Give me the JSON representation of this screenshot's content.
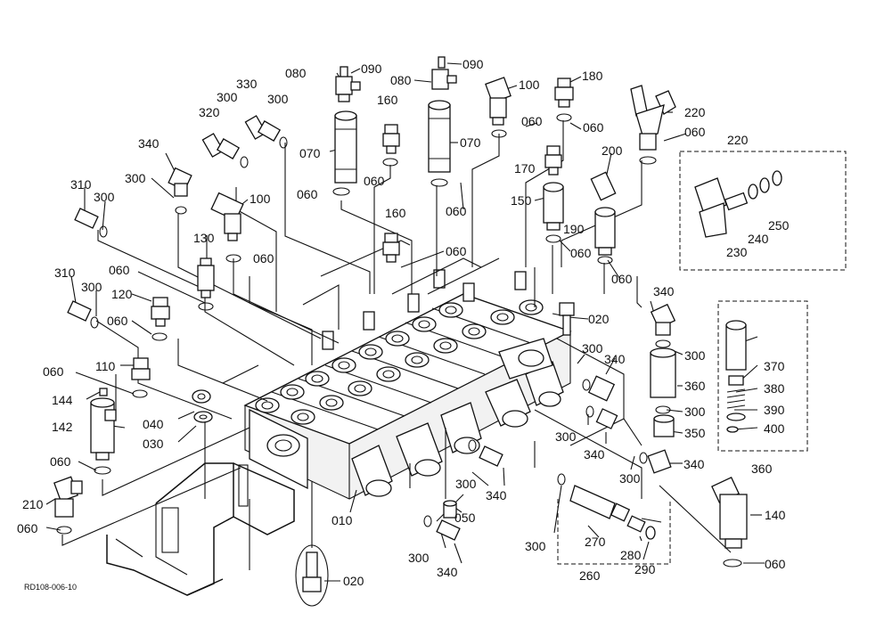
{
  "labels": [
    {
      "id": "p080a",
      "text": "080"
    },
    {
      "id": "p090a",
      "text": "090"
    },
    {
      "id": "p080b",
      "text": "080"
    },
    {
      "id": "p090b",
      "text": "090"
    },
    {
      "id": "p180",
      "text": "180"
    },
    {
      "id": "p100a",
      "text": "100"
    },
    {
      "id": "p060a",
      "text": "060"
    },
    {
      "id": "p060b",
      "text": "060"
    },
    {
      "id": "p220a",
      "text": "220"
    },
    {
      "id": "p060c",
      "text": "060"
    },
    {
      "id": "p220b",
      "text": "220"
    },
    {
      "id": "p330",
      "text": "330"
    },
    {
      "id": "p300a",
      "text": "300"
    },
    {
      "id": "p300b",
      "text": "300"
    },
    {
      "id": "p320",
      "text": "320"
    },
    {
      "id": "p160a",
      "text": "160"
    },
    {
      "id": "p070a",
      "text": "070"
    },
    {
      "id": "p070b",
      "text": "070"
    },
    {
      "id": "p340a",
      "text": "340"
    },
    {
      "id": "p060d",
      "text": "060"
    },
    {
      "id": "p060e",
      "text": "060"
    },
    {
      "id": "p170",
      "text": "170"
    },
    {
      "id": "p200",
      "text": "200"
    },
    {
      "id": "p300c",
      "text": "300"
    },
    {
      "id": "p310a",
      "text": "310"
    },
    {
      "id": "p300d",
      "text": "300"
    },
    {
      "id": "p100b",
      "text": "100"
    },
    {
      "id": "p060f",
      "text": "060"
    },
    {
      "id": "p150",
      "text": "150"
    },
    {
      "id": "p160b",
      "text": "160"
    },
    {
      "id": "p190",
      "text": "190"
    },
    {
      "id": "p230",
      "text": "230"
    },
    {
      "id": "p240",
      "text": "240"
    },
    {
      "id": "p250",
      "text": "250"
    },
    {
      "id": "p130",
      "text": "130"
    },
    {
      "id": "p060g",
      "text": "060"
    },
    {
      "id": "p060h",
      "text": "060"
    },
    {
      "id": "p060i",
      "text": "060"
    },
    {
      "id": "p060j",
      "text": "060"
    },
    {
      "id": "p310b",
      "text": "310"
    },
    {
      "id": "p060k",
      "text": "060"
    },
    {
      "id": "p300e",
      "text": "300"
    },
    {
      "id": "p120",
      "text": "120"
    },
    {
      "id": "p340b",
      "text": "340"
    },
    {
      "id": "p020a",
      "text": "020"
    },
    {
      "id": "p060l",
      "text": "060"
    },
    {
      "id": "p300f",
      "text": "300"
    },
    {
      "id": "p340c",
      "text": "340"
    },
    {
      "id": "p300g",
      "text": "300"
    },
    {
      "id": "p370",
      "text": "370"
    },
    {
      "id": "p060m",
      "text": "060"
    },
    {
      "id": "p110",
      "text": "110"
    },
    {
      "id": "p360a",
      "text": "360"
    },
    {
      "id": "p380",
      "text": "380"
    },
    {
      "id": "p144",
      "text": "144"
    },
    {
      "id": "p300h",
      "text": "300"
    },
    {
      "id": "p390",
      "text": "390"
    },
    {
      "id": "p040",
      "text": "040"
    },
    {
      "id": "p142",
      "text": "142"
    },
    {
      "id": "p030",
      "text": "030"
    },
    {
      "id": "p300i",
      "text": "300"
    },
    {
      "id": "p350",
      "text": "350"
    },
    {
      "id": "p400",
      "text": "400"
    },
    {
      "id": "p340d",
      "text": "340"
    },
    {
      "id": "p060n",
      "text": "060"
    },
    {
      "id": "p300j",
      "text": "300"
    },
    {
      "id": "p340e",
      "text": "340"
    },
    {
      "id": "p360b",
      "text": "360"
    },
    {
      "id": "p300k",
      "text": "300"
    },
    {
      "id": "p340f",
      "text": "340"
    },
    {
      "id": "p210",
      "text": "210"
    },
    {
      "id": "p010",
      "text": "010"
    },
    {
      "id": "p050",
      "text": "050"
    },
    {
      "id": "p140",
      "text": "140"
    },
    {
      "id": "p060o",
      "text": "060"
    },
    {
      "id": "p300l",
      "text": "300"
    },
    {
      "id": "p270",
      "text": "270"
    },
    {
      "id": "p300m",
      "text": "300"
    },
    {
      "id": "p280",
      "text": "280"
    },
    {
      "id": "p340g",
      "text": "340"
    },
    {
      "id": "p290",
      "text": "290"
    },
    {
      "id": "p060p",
      "text": "060"
    },
    {
      "id": "p260",
      "text": "260"
    },
    {
      "id": "p020b",
      "text": "020"
    }
  ],
  "reference_code": "RD108-006-10"
}
